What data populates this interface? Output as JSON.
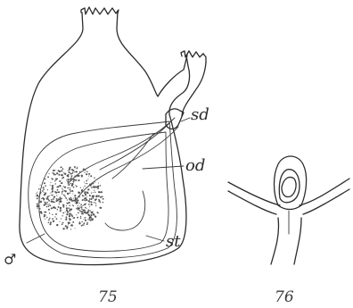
{
  "figure_75": {
    "number": "75",
    "labels": {
      "sd": "sd",
      "od": "od",
      "st": "st",
      "male": "♂"
    }
  },
  "figure_76": {
    "number": "76"
  }
}
